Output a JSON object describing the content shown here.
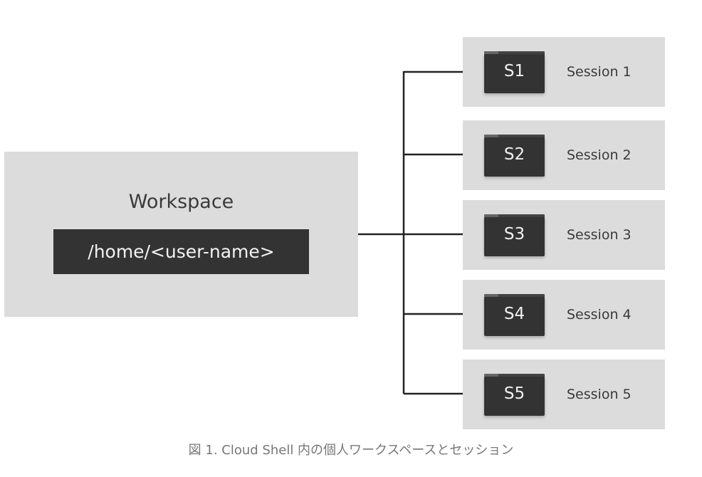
{
  "workspace": {
    "title": "Workspace",
    "path": "/home/<user-name>"
  },
  "sessions": [
    {
      "badge": "S1",
      "label": "Session 1"
    },
    {
      "badge": "S2",
      "label": "Session 2"
    },
    {
      "badge": "S3",
      "label": "Session 3"
    },
    {
      "badge": "S4",
      "label": "Session 4"
    },
    {
      "badge": "S5",
      "label": "Session 5"
    }
  ],
  "caption": "図 1. Cloud Shell 内の個人ワークスペースとセッション",
  "colors": {
    "box_background": "#dcdcdc",
    "dark_fill": "#333333",
    "connector": "#222222",
    "caption_text": "#777777"
  }
}
